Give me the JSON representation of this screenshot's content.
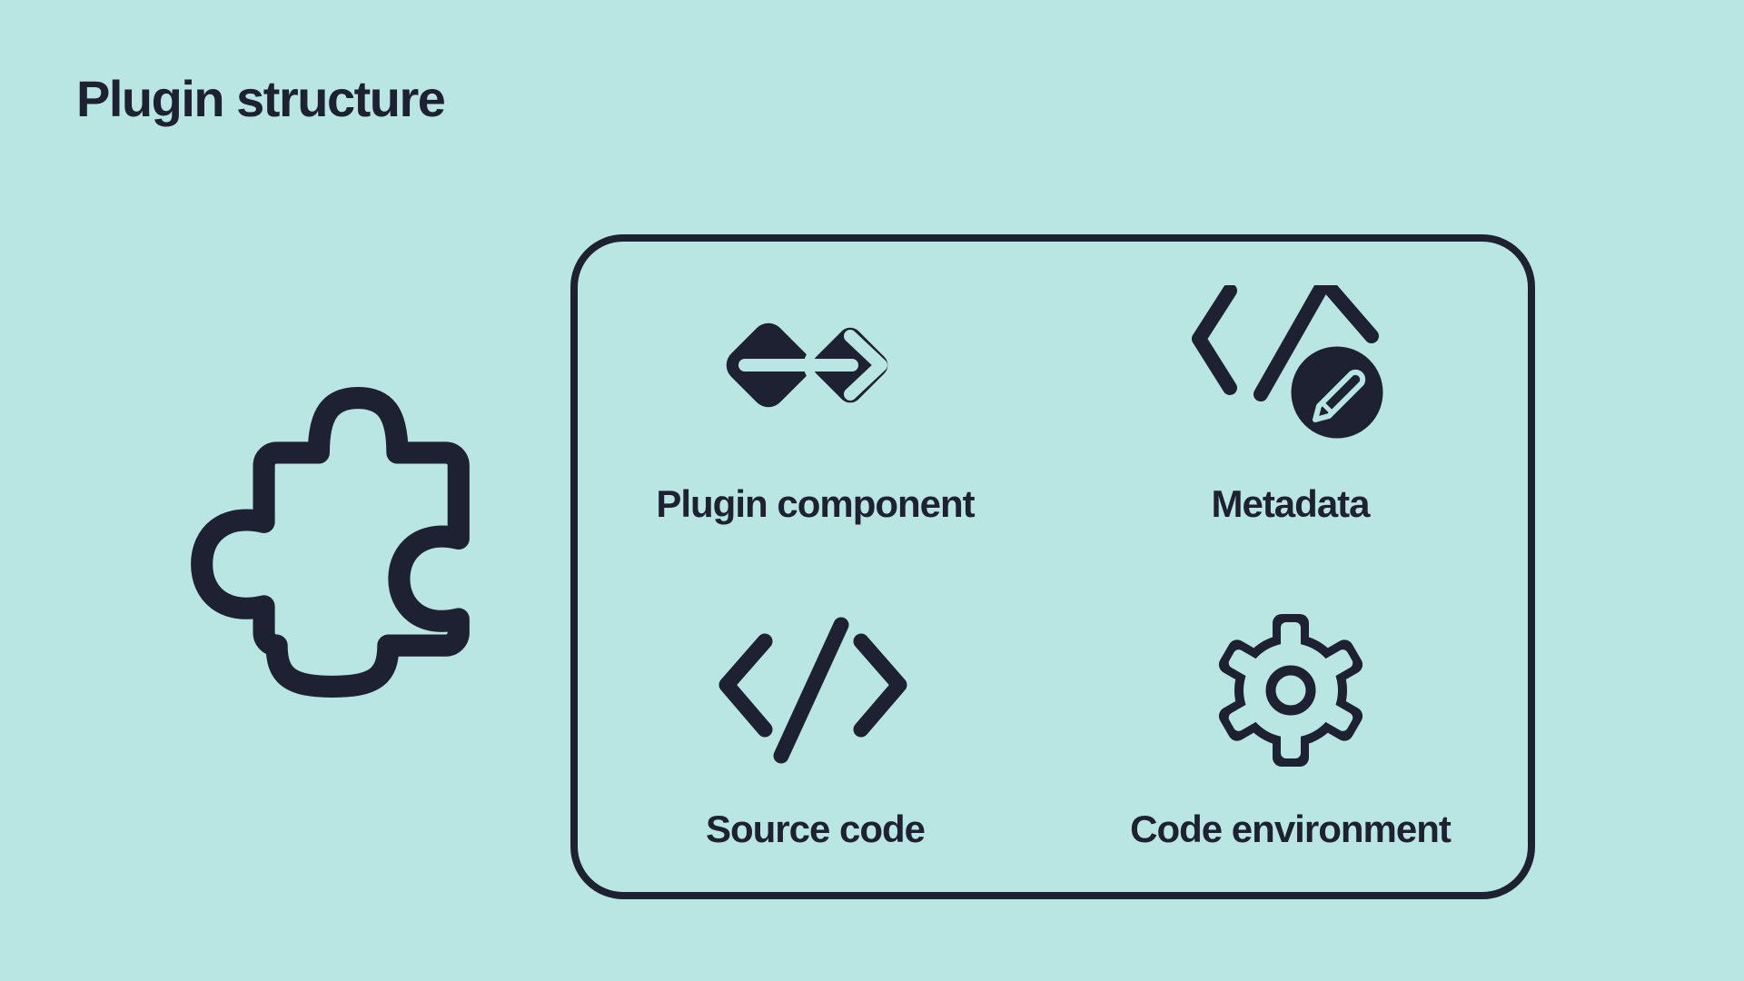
{
  "title": "Plugin structure",
  "colors": {
    "bg": "#b9e6e2",
    "ink": "#1e2132"
  },
  "diagram": {
    "left_icon": "puzzle-piece-icon",
    "box": {
      "items": [
        {
          "label": "Plugin component",
          "icon": "plugin-component-icon"
        },
        {
          "label": "Metadata",
          "icon": "metadata-edit-icon"
        },
        {
          "label": "Source code",
          "icon": "source-code-icon"
        },
        {
          "label": "Code environment",
          "icon": "gear-icon"
        }
      ]
    }
  }
}
